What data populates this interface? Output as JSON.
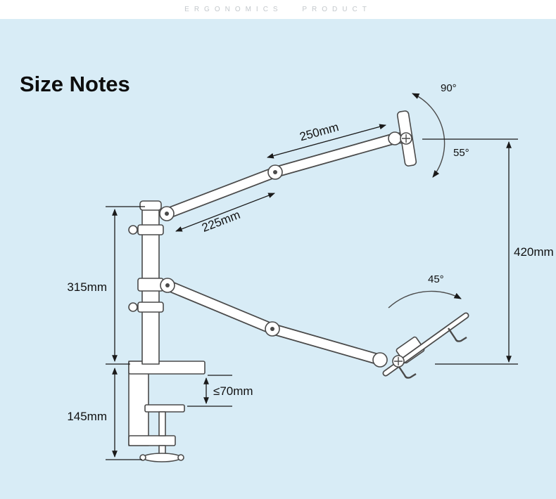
{
  "header": {
    "brand_text": "ERGONOMICS PRODUCT"
  },
  "title": "Size Notes",
  "diagram": {
    "dim_250": "250mm",
    "dim_225": "225mm",
    "dim_315": "315mm",
    "dim_145": "145mm",
    "dim_70": "≤70mm",
    "dim_420": "420mm",
    "angle_90": "90°",
    "angle_55": "55°",
    "angle_45": "45°"
  },
  "colors": {
    "background": "#d8ecf6",
    "banner": "#ffffff",
    "drawing_line": "#4a4a4a",
    "dimension_line": "#1a1a1a",
    "text": "#111111"
  }
}
